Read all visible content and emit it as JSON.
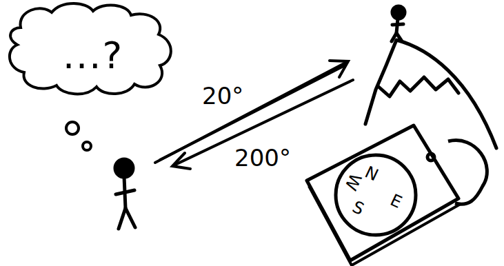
{
  "diagram": {
    "nodes": [
      {
        "text": [
          "...?"
        ]
      }
    ],
    "labels": [
      "20°",
      "200°",
      "N",
      "E",
      "S",
      "W"
    ]
  }
}
